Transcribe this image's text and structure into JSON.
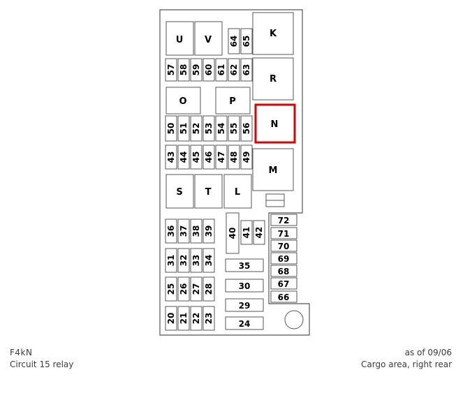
{
  "fuse_box": {
    "relays_large": [
      "K",
      "R",
      "N",
      "M"
    ],
    "relays_small": [
      "U",
      "V",
      "O",
      "P",
      "S",
      "T",
      "L"
    ],
    "fuses_row_upper": [
      "64",
      "65"
    ],
    "fuses_row_a": [
      "57",
      "58",
      "59",
      "60",
      "61",
      "62",
      "63"
    ],
    "fuses_row_b": [
      "50",
      "51",
      "52",
      "53",
      "54",
      "55",
      "56"
    ],
    "fuses_row_c": [
      "43",
      "44",
      "45",
      "46",
      "47",
      "48",
      "49"
    ],
    "fuses_lower_left": [
      [
        "36",
        "37",
        "38",
        "39"
      ],
      [
        "31",
        "32",
        "33",
        "34"
      ],
      [
        "25",
        "26",
        "27",
        "28"
      ],
      [
        "20",
        "21",
        "22",
        "23"
      ]
    ],
    "fuses_lower_middle": [
      "40",
      "41",
      "42"
    ],
    "fuses_horizontal": [
      "35",
      "30",
      "29",
      "24"
    ],
    "fuses_right_column": [
      "72",
      "71",
      "70",
      "69",
      "68",
      "67",
      "66"
    ],
    "highlighted": "N",
    "highlight_color": "#e00000"
  },
  "footer": {
    "code": "F4kN",
    "description": "Circuit 15 relay",
    "as_of": "as of 09/06",
    "location": "Cargo area, right rear"
  }
}
